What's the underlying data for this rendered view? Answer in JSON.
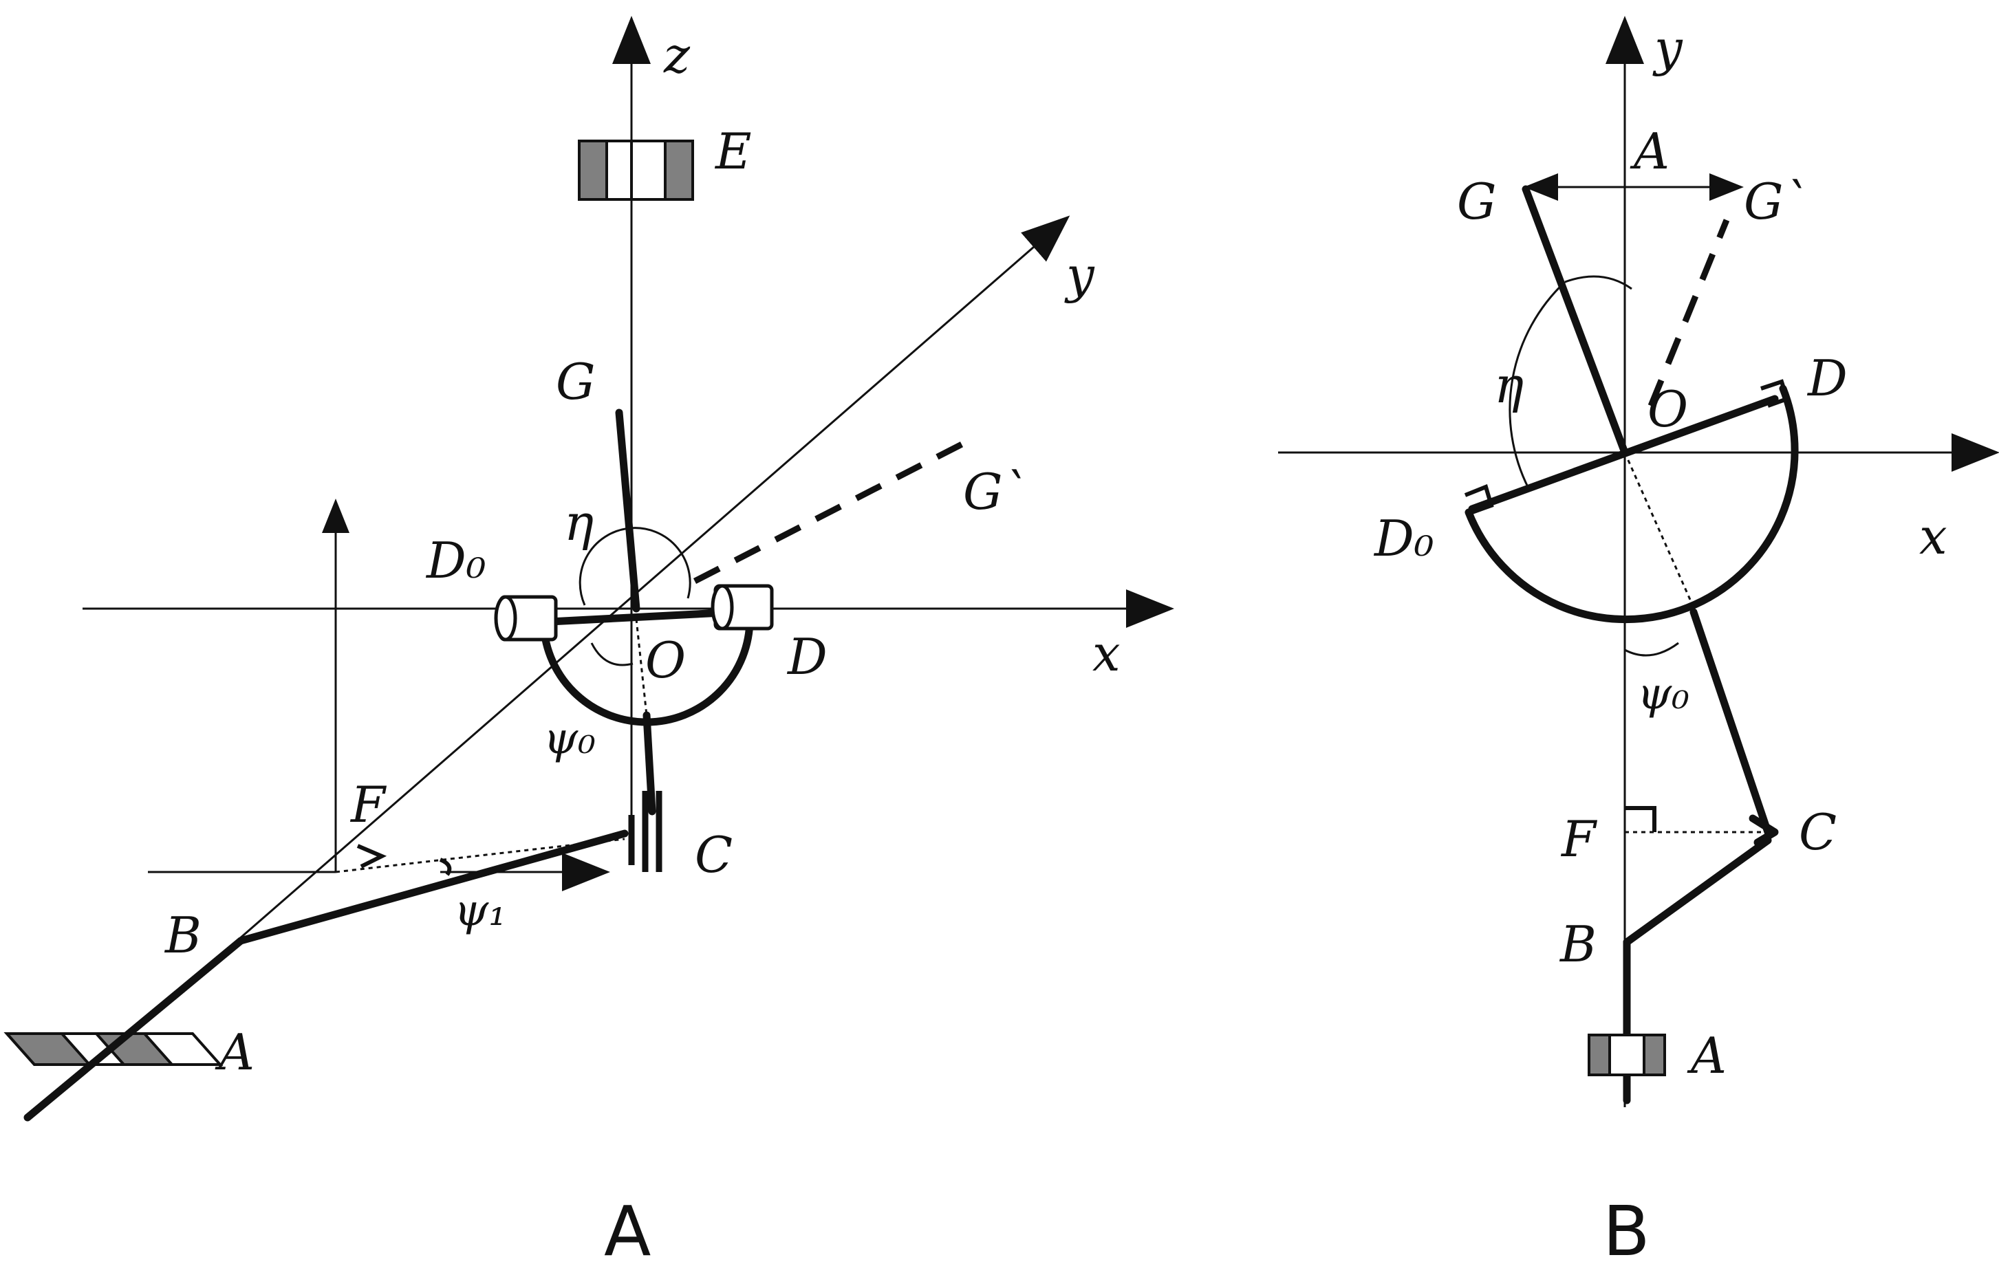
{
  "figure_a": {
    "caption": "A",
    "labels": {
      "z": "z",
      "y": "y",
      "x": "x",
      "E": "E",
      "G": "G",
      "G_prime": "G`",
      "eta": "η",
      "D0": "D₀",
      "D": "D",
      "O": "O",
      "psi0": "ψ₀",
      "F": "F",
      "C": "C",
      "B": "B",
      "psi1": "ψ₁",
      "A": "A"
    }
  },
  "figure_b": {
    "caption": "B",
    "labels": {
      "y": "y",
      "A_top": "A",
      "G": "G",
      "G_prime": "G`",
      "eta": "η",
      "O": "O",
      "D": "D",
      "D0": "D₀",
      "x": "x",
      "psi0": "ψ₀",
      "F": "F",
      "C": "C",
      "B": "B",
      "A": "A"
    }
  },
  "colors": {
    "ink": "#111111",
    "fill_gray": "#808080",
    "background": "#ffffff"
  }
}
